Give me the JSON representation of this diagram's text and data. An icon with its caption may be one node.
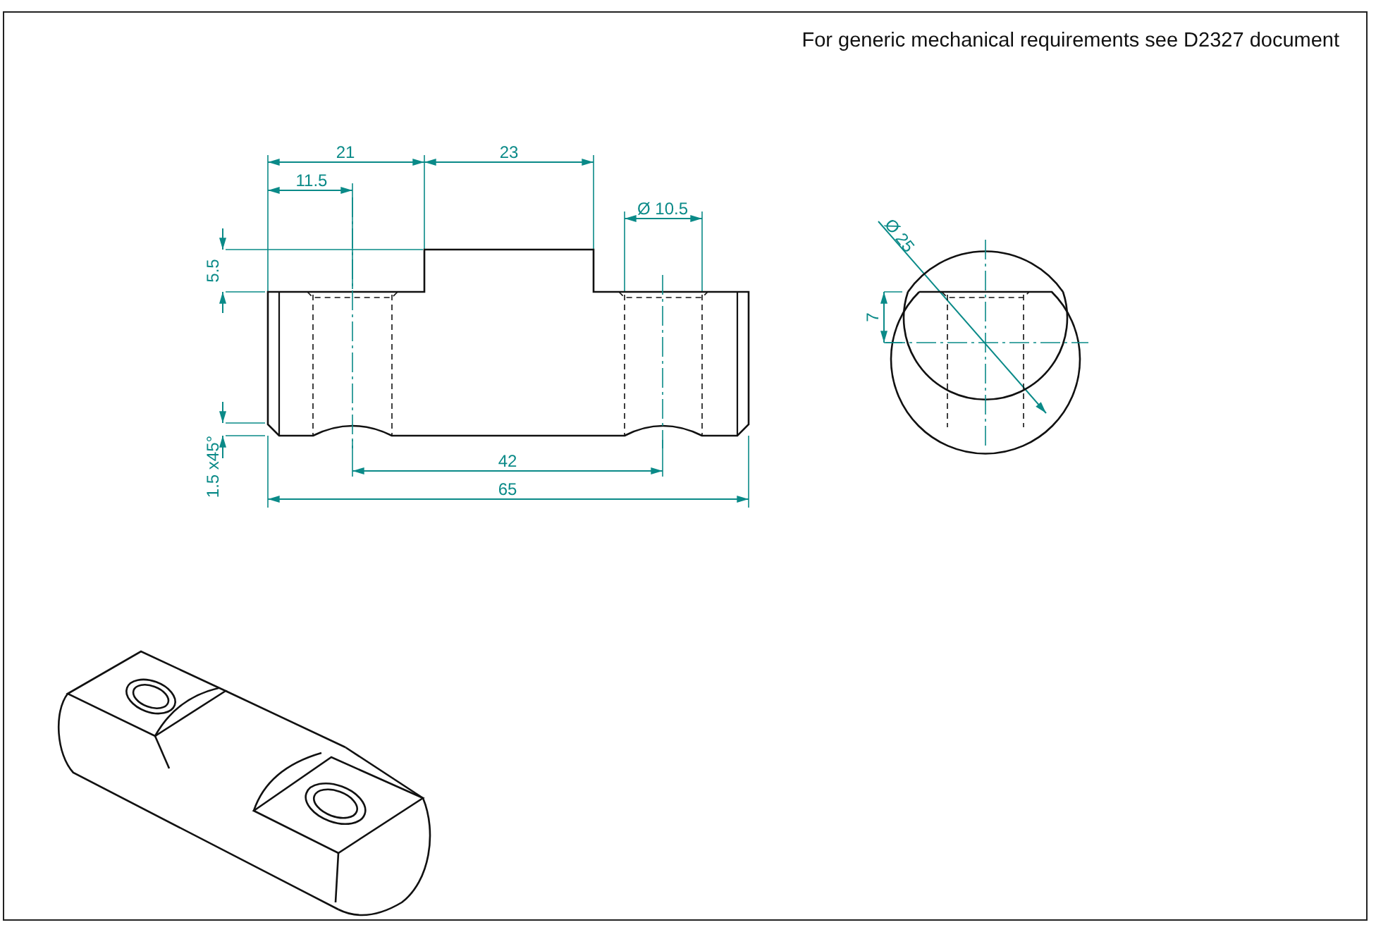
{
  "diagram": {
    "labels": [
      "For generic mechanical requirements see D2327 document",
      "21",
      "23",
      "11.5",
      "Ø 10.5",
      "5.5",
      "Ø 25",
      "7",
      "1.5 x45°",
      "42",
      "65"
    ]
  }
}
